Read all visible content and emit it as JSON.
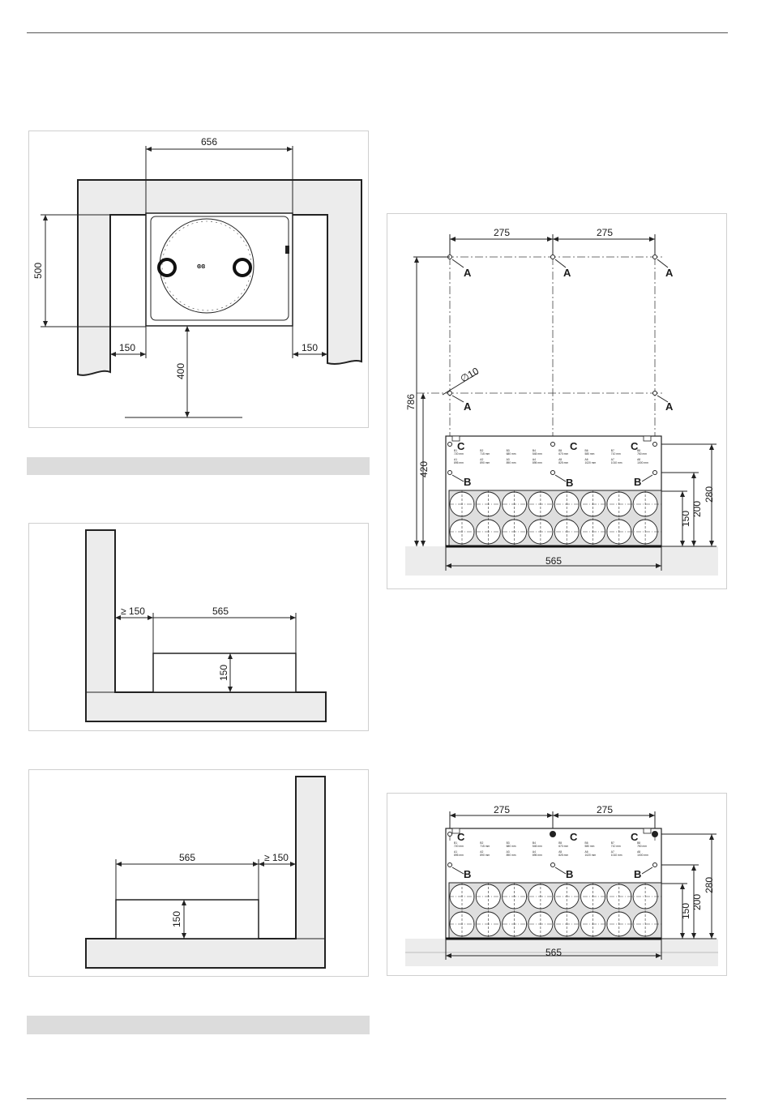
{
  "figures": {
    "top_view": {
      "width_dim": "656",
      "depth_dim": "500",
      "left_clearance": "150",
      "right_clearance": "150",
      "front_clearance": "400"
    },
    "corner_left": {
      "wall_clearance": "≥ 150",
      "unit_width": "565",
      "unit_height": "150"
    },
    "corner_right": {
      "wall_clearance": "≥ 150",
      "unit_width": "565",
      "unit_height": "150"
    },
    "wall_mount": {
      "spacing_left": "275",
      "spacing_right": "275",
      "label_a": "A",
      "label_b": "B",
      "label_c": "C",
      "hole_diameter": "∅10",
      "height_total": "786",
      "height_lower": "420",
      "height_280": "280",
      "height_200": "200",
      "height_150": "150",
      "width": "565"
    },
    "floor_mount": {
      "spacing_left": "275",
      "spacing_right": "275",
      "label_b": "B",
      "label_c": "C",
      "height_280": "280",
      "height_200": "200",
      "height_150": "150",
      "width": "565"
    },
    "plate_table": {
      "top_row": [
        "B1",
        "B2",
        "B3",
        "B4",
        "B5",
        "B6",
        "B7",
        "B8"
      ],
      "top_values": [
        "720 mm",
        "715 mm",
        "680 mm",
        "545 mm",
        "670 mm",
        "580 mm",
        "710 mm",
        "750 mm"
      ],
      "bottom_row": [
        "A1",
        "A2",
        "A3",
        "A4",
        "A5",
        "A6",
        "A7",
        "A8"
      ],
      "bottom_values": [
        "895 mm",
        "890 mm",
        "890 mm",
        "895 mm",
        "825 mm",
        "1020 mm",
        "1010 mm",
        "1000 mm"
      ]
    }
  }
}
